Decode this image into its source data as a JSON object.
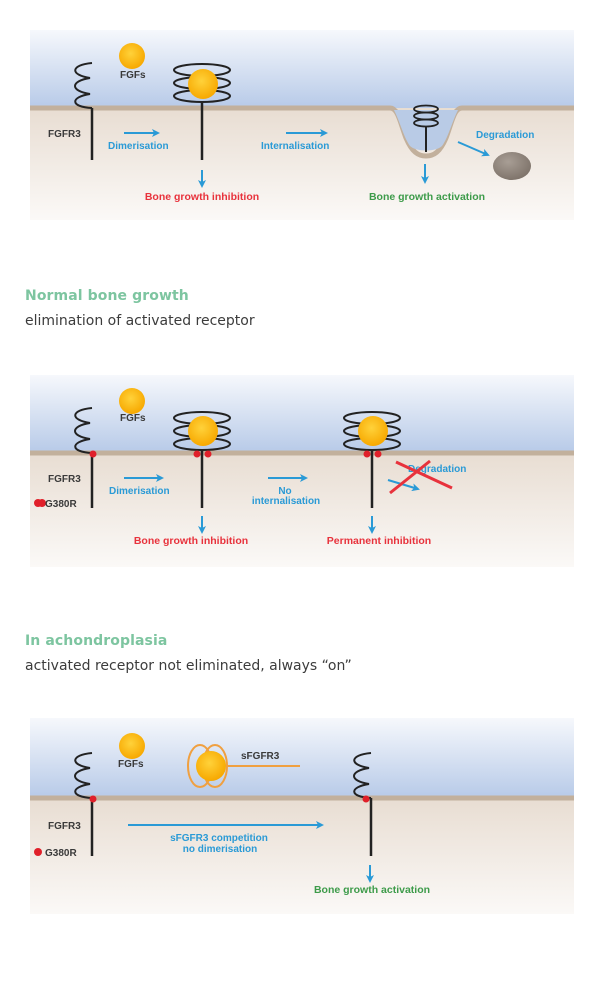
{
  "colors": {
    "caption_title": "#7dc5a0",
    "caption_sub": "#3c3c3c",
    "label_blue": "#2a9ad6",
    "label_red": "#e8323c",
    "label_green": "#3d9b4a",
    "label_dark": "#3a3a3a",
    "membrane": "#c2b09c",
    "extracellular_top": "#f4f7fc",
    "extracellular_bottom": "#b8cbe8",
    "intracellular": "#eae0d6",
    "fgf_ball": "#ffc20e",
    "sfgfr3": "#f0a040",
    "mutation": "#e0202a",
    "degraded": "#8d837a"
  },
  "panels": [
    {
      "id": "normal",
      "labels": {
        "fgfs": "FGFs",
        "fgfr3": "FGFR3",
        "dimerisation": "Dimerisation",
        "internalisation": "Internalisation",
        "degradation": "Degradation",
        "bone_inhibition": "Bone growth inhibition",
        "bone_activation": "Bone growth activation"
      }
    },
    {
      "id": "achondroplasia",
      "labels": {
        "fgfs": "FGFs",
        "fgfr3": "FGFR3",
        "mutation": "G380R",
        "dimerisation": "Dimerisation",
        "no_internalisation_1": "No",
        "no_internalisation_2": "internalisation",
        "degradation": "Degradation",
        "bone_inhibition": "Bone growth inhibition",
        "permanent_inhibition": "Permanent inhibition"
      }
    },
    {
      "id": "sfgfr3",
      "labels": {
        "fgfs": "FGFs",
        "sfgfr3": "sFGFR3",
        "fgfr3": "FGFR3",
        "mutation": "G380R",
        "competition_1": "sFGFR3 competition",
        "competition_2": "no dimerisation",
        "bone_activation": "Bone growth activation"
      }
    }
  ],
  "captions": [
    {
      "title": "Normal bone growth",
      "subtitle": "elimination of activated receptor"
    },
    {
      "title": "In achondroplasia",
      "subtitle": "activated receptor not eliminated, always “on”"
    }
  ]
}
